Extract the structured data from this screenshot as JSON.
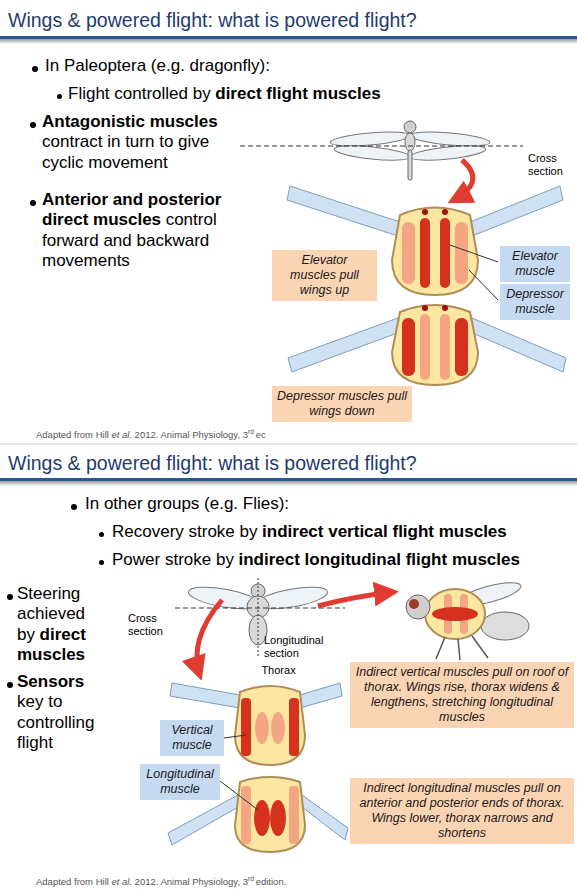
{
  "diagram": {
    "title": "Wings & powered flight: what is powered flight?",
    "nodes": [
      {
        "text": [
          "Elevator muscles pull wings up"
        ]
      },
      {
        "text": [
          "Elevator muscle"
        ]
      },
      {
        "text": [
          "Depressor muscle"
        ]
      },
      {
        "text": [
          "Depressor muscles pull wings down"
        ]
      },
      {
        "text": [
          "Vertical muscle"
        ]
      },
      {
        "text": [
          "Longitudinal muscle"
        ]
      },
      {
        "text": [
          "Indirect vertical muscles pull on roof of thorax. Wings rise, thorax widens & lengthens, stretching longitudinal muscles"
        ]
      },
      {
        "text": [
          "Indirect longitudinal muscles pull on anterior and posterior ends of thorax. Wings lower, thorax narrows and shortens"
        ]
      }
    ],
    "labels": [
      "In Paleoptera (e.g. dragonfly):",
      "Flight controlled by",
      "direct flight muscles",
      "Antagonistic muscles",
      "contract in turn to give cyclic movement",
      "Anterior and posterior direct muscles",
      "control forward and backward movements",
      "Cross section",
      "Adapted from Hill",
      "et al.",
      "2012. Animal Physiology, 3",
      "rd",
      "ec",
      "Wings & powered flight: what is powered flight?",
      "In other groups (e.g. Flies):",
      "Recovery stroke by",
      "indirect vertical flight muscles",
      "Power stroke by",
      "indirect longitudinal flight muscles",
      "Steering achieved by",
      "direct muscles",
      "Sensors",
      "key to controlling flight",
      "Cross section",
      "Longitudinal section",
      "Thorax",
      "Adapted from Hill",
      "et al.",
      "2012. Animal Physiology, 3",
      "rd",
      "edition."
    ]
  }
}
